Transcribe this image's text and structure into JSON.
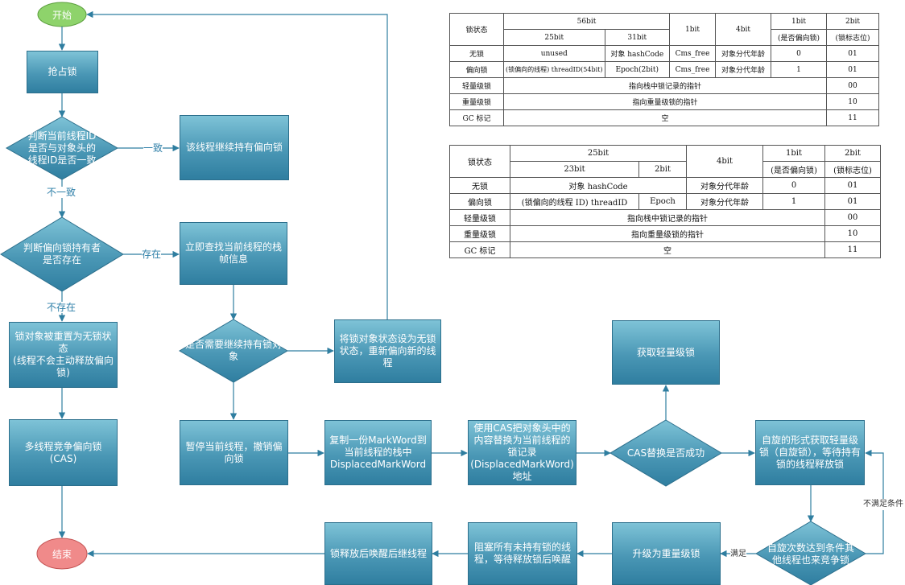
{
  "flow": {
    "start": "开始",
    "end": "结束",
    "grab_lock": "抢占锁",
    "check_thread_id": "判断当前线程ID是否与对象头的线程ID是否一致",
    "continue_biased": "该线程继续持有偏向锁",
    "check_holder": "判断偏向锁持有者是否存在",
    "find_stack": "立即查找当前线程的栈帧信息",
    "reset_unlocked": "锁对象被重置为无锁状态\n(线程不会主动释放偏向锁)",
    "multi_compete": "多线程竞争偏向锁\n(CAS)",
    "need_continue": "是否需要继续持有锁对象",
    "set_unlocked_rebias": "将锁对象状态设为无锁状态，重新偏向新的线程",
    "pause_revoke": "暂停当前线程，撤销偏向锁",
    "copy_markword": "复制一份MarkWord到当前线程的栈中DisplacedMarkWord",
    "cas_replace": "使用CAS把对象头中的内容替换为当前线程的锁记录\n(DisplacedMarkWord)地址",
    "cas_success": "CAS替换是否成功",
    "get_light": "获取轻量级锁",
    "spin_get_light": "自旋的形式获取轻量级锁（自旋锁），等待持有锁的线程释放锁",
    "spin_limit": "自旋次数达到条件其他线程也来竞争锁",
    "upgrade_heavy": "升级为重量级锁",
    "block_threads": "阻塞所有未持有锁的线程，等待释放锁后唤醒",
    "release_wake": "锁释放后唤醒后继线程",
    "labels": {
      "consistent": "一致",
      "inconsistent": "不一致",
      "exists": "存在",
      "not_exists": "不存在",
      "satisfied": "满足",
      "not_satisfied": "不满足条件"
    }
  },
  "table1": {
    "head": {
      "lock_state": "锁状态",
      "bits56": "56bit",
      "bits25": "25bit",
      "bits31": "31bit",
      "bit1a": "1bit",
      "bits4": "4bit",
      "bit1b": "1bit",
      "bit1b_note": "(是否偏向锁)",
      "bits2": "2bit",
      "bits2_note": "(锁标志位)"
    },
    "rows": {
      "unlocked": [
        "无锁",
        "unused",
        "对象 hashCode",
        "Cms_free",
        "对象分代年龄",
        "0",
        "01"
      ],
      "biased": [
        "偏向锁",
        "(锁偏向的线程) threadID(54bit)",
        "Epoch(2bit)",
        "Cms_free",
        "对象分代年龄",
        "1",
        "01"
      ],
      "light": [
        "轻量级锁",
        "指向栈中锁记录的指针",
        "00"
      ],
      "heavy": [
        "重量级锁",
        "指向重量级锁的指针",
        "10"
      ],
      "gc": [
        "GC 标记",
        "空",
        "11"
      ]
    }
  },
  "table2": {
    "head": {
      "lock_state": "锁状态",
      "bits25": "25bit",
      "bits23": "23bit",
      "bits2a": "2bit",
      "bits4": "4bit",
      "bit1": "1bit",
      "bit1_note": "(是否偏向锁)",
      "bits2": "2bit",
      "bits2_note": "(锁标志位)"
    },
    "rows": {
      "unlocked": [
        "无锁",
        "对象 hashCode",
        "对象分代年龄",
        "0",
        "01"
      ],
      "biased": [
        "偏向锁",
        "(锁偏向的线程 ID) threadID",
        "Epoch",
        "对象分代年龄",
        "1",
        "01"
      ],
      "light": [
        "轻量级锁",
        "指向栈中锁记录的指针",
        "00"
      ],
      "heavy": [
        "重量级锁",
        "指向重量级锁的指针",
        "10"
      ],
      "gc": [
        "GC 标记",
        "空",
        "11"
      ]
    }
  },
  "colors": {
    "box": "#4a97b5",
    "start": "#8ed36b",
    "end": "#f08a8a",
    "edge": "#2f7ea0",
    "label": "#2e7fa8"
  }
}
